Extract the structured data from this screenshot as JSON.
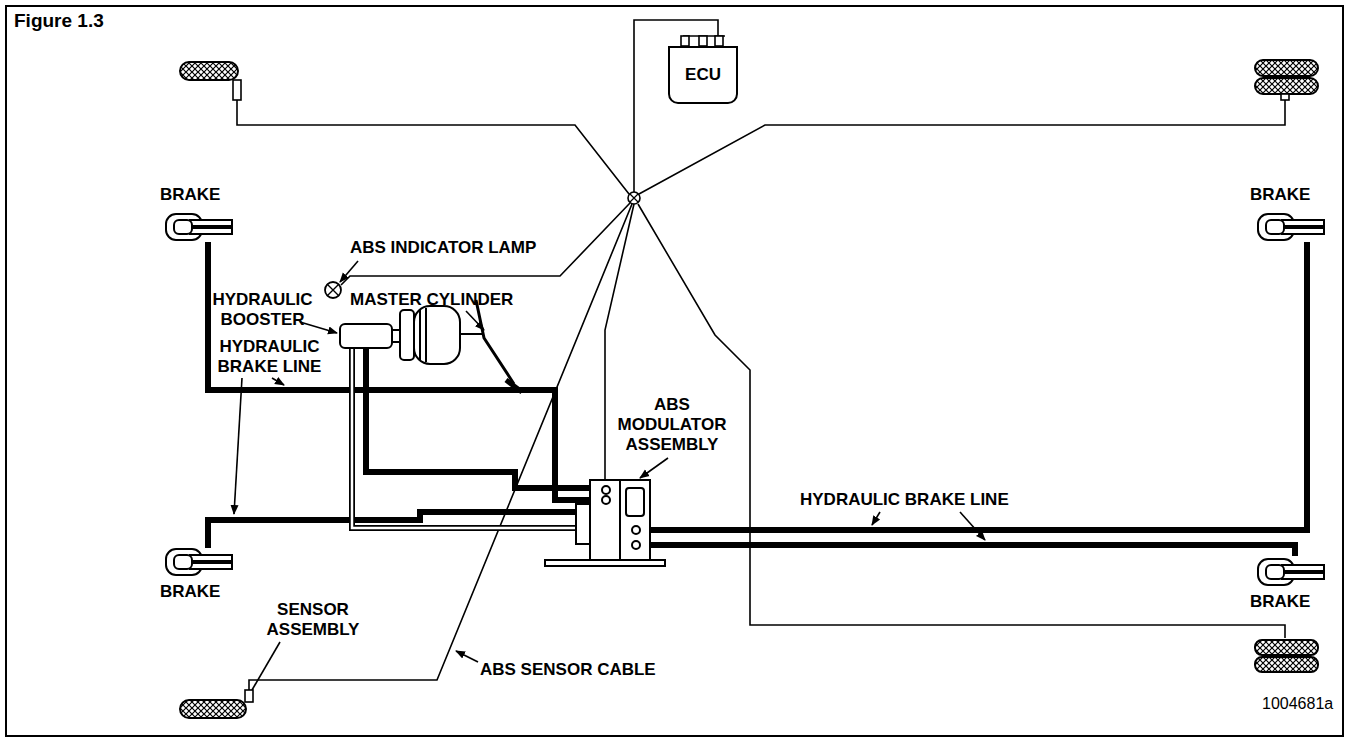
{
  "diagram": {
    "title": "Figure 1.3",
    "nodes": [
      {
        "text": [
          "ECU"
        ]
      }
    ],
    "edges": [],
    "labels": [
      "BRAKE",
      "BRAKE",
      "ABS INDICATOR LAMP",
      "HYDRAULIC BOOSTER",
      "MASTER CYLINDER",
      "HYDRAULIC BRAKE LINE",
      "ABS MODULATOR ASSEMBLY",
      "HYDRAULIC BRAKE LINE",
      "BRAKE",
      "BRAKE",
      "SENSOR ASSEMBLY",
      "ABS SENSOR CABLE",
      "1004681a"
    ]
  }
}
